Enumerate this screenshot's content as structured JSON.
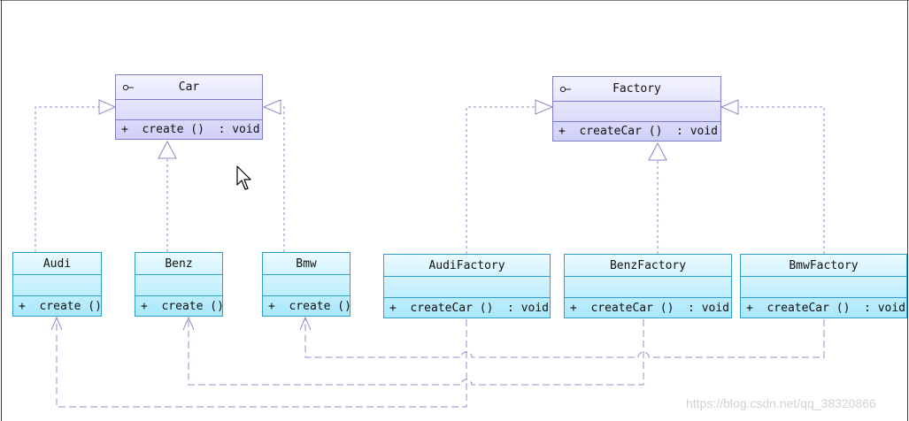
{
  "interfaces": [
    {
      "name": "Car",
      "operation": "+  create ()  : void"
    },
    {
      "name": "Factory",
      "operation": "+  createCar ()  : void"
    }
  ],
  "products": [
    {
      "name": "Audi",
      "operation": "+  create ()"
    },
    {
      "name": "Benz",
      "operation": "+  create ()"
    },
    {
      "name": "Bmw",
      "operation": "+  create ()"
    }
  ],
  "factories": [
    {
      "name": "AudiFactory",
      "operation": "+  createCar ()  : void"
    },
    {
      "name": "BenzFactory",
      "operation": "+  createCar ()  : void"
    },
    {
      "name": "BmwFactory",
      "operation": "+  createCar ()  : void"
    }
  ],
  "icons": {
    "interface_marker": "interface-lollipop-icon",
    "cursor": "mouse-pointer-icon"
  },
  "colors": {
    "interface_border": "#7b7fc9",
    "interface_fill_top": "#f3f3ff",
    "interface_fill_bottom": "#cfd0f7",
    "class_border": "#2f9fcc",
    "class_fill_top": "#eafaff",
    "class_fill_bottom": "#a9e8fb",
    "realization_line": "#8a8ac8",
    "dependency_line": "#8a8ac8"
  },
  "watermark": "https://blog.csdn.net/qq_38320866"
}
